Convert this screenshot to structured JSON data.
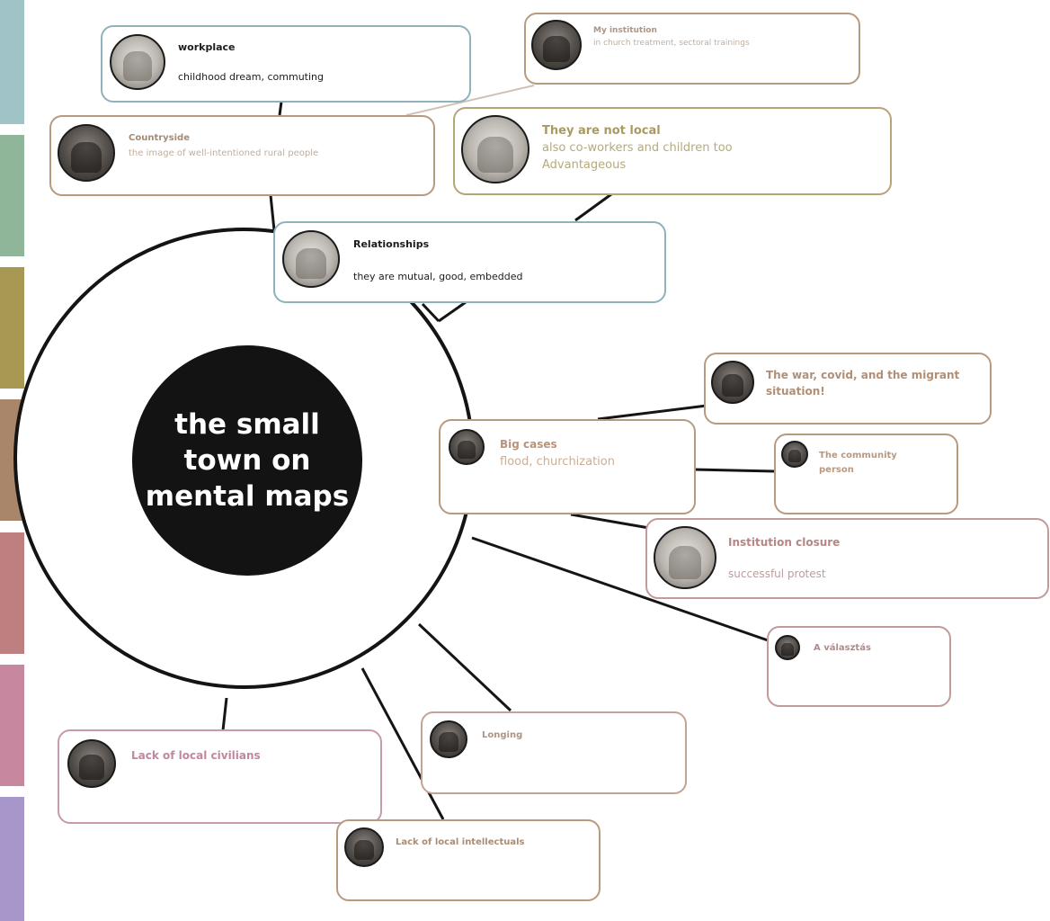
{
  "center": {
    "title": "the small\ntown on\nmental maps"
  },
  "colors": {
    "line": "#151515",
    "teal": "#9fc3c6",
    "green": "#8fb698",
    "olive": "#a79853",
    "tan": "#a9866a",
    "red": "#bd7f7f",
    "pink": "#c7879e",
    "lavender": "#a796c9"
  },
  "nodes": {
    "workplace": {
      "title": "workplace",
      "line1": "childhood dream, commuting"
    },
    "my_institution": {
      "title": "My institution",
      "line1": "in church treatment, sectoral trainings"
    },
    "countryside": {
      "title": "Countryside",
      "line1": "the image of well-intentioned rural people"
    },
    "not_local": {
      "title": "They are not local",
      "line1": "also co-workers and children too",
      "line2": "Advantageous"
    },
    "relationships": {
      "title": "Relationships",
      "line1": "they are mutual, good, embedded"
    },
    "war": {
      "title": "The war, covid, and the migrant situation!"
    },
    "big_cases": {
      "title": "Big cases",
      "line1": "flood, churchization"
    },
    "community": {
      "title": "The community person"
    },
    "closure": {
      "title": "Institution closure",
      "line1": "successful protest"
    },
    "valasztas": {
      "title": "A választás"
    },
    "longing": {
      "title": "Longing"
    },
    "civilians": {
      "title": "Lack of local civilians"
    },
    "intellectuals": {
      "title": "Lack of local intellectuals"
    }
  }
}
